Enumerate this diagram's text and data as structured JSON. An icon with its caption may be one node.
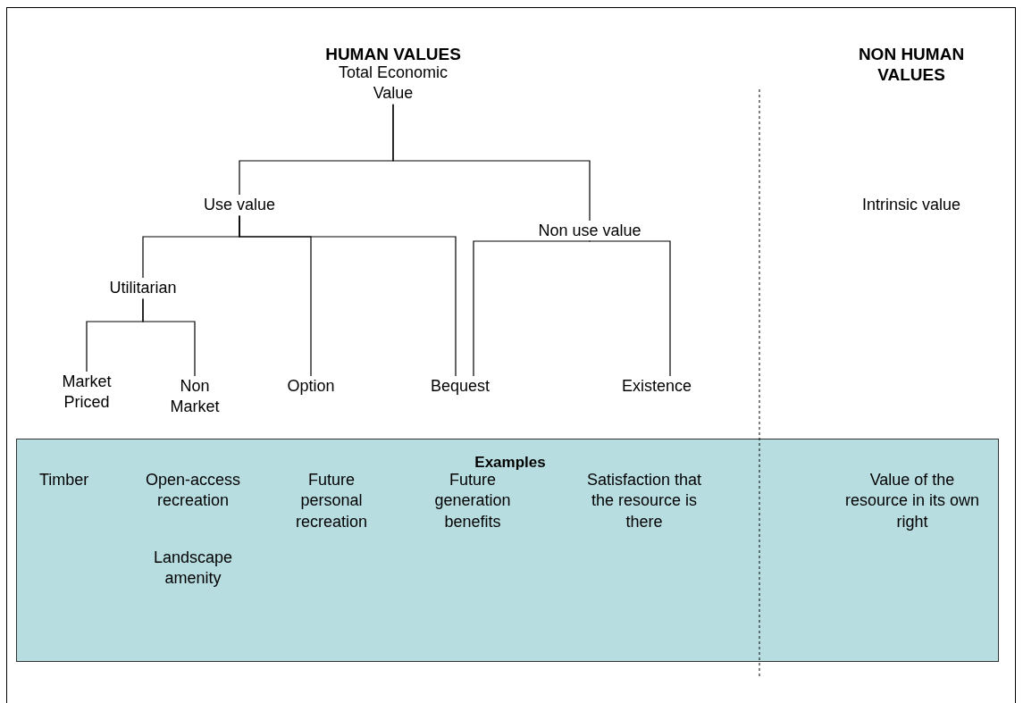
{
  "diagram": {
    "nodes": [
      {
        "text": [
          "Total Economic Value"
        ]
      },
      {
        "text": [
          "Use value"
        ]
      },
      {
        "text": [
          "Non use value"
        ]
      },
      {
        "text": [
          "Intrinsic value"
        ]
      },
      {
        "text": [
          "Utilitarian"
        ]
      },
      {
        "text": [
          "Market Priced"
        ]
      },
      {
        "text": [
          "Non Market"
        ]
      },
      {
        "text": [
          "Option"
        ]
      },
      {
        "text": [
          "Bequest"
        ]
      },
      {
        "text": [
          "Existence"
        ]
      },
      {
        "text": [
          "Examples"
        ]
      },
      {
        "text": [
          "Timber"
        ],
        "in": 10
      },
      {
        "text": [
          "Open-access recreation"
        ],
        "in": 10
      },
      {
        "text": [
          "Landscape amenity"
        ],
        "in": 10
      },
      {
        "text": [
          "Future personal recreation"
        ],
        "in": 10
      },
      {
        "text": [
          "Future generation benefits"
        ],
        "in": 10
      },
      {
        "text": [
          "Satisfaction that the resource is there"
        ],
        "in": 10
      },
      {
        "text": [
          "Value of the resource in its own right"
        ],
        "in": 10
      }
    ],
    "edges": [
      {
        "from": 0,
        "to": 1,
        "arrow": "none"
      },
      {
        "from": 0,
        "to": 2,
        "arrow": "none"
      },
      {
        "from": 1,
        "to": 4,
        "arrow": "none"
      },
      {
        "from": 1,
        "to": 7,
        "arrow": "none"
      },
      {
        "from": 1,
        "to": 8,
        "arrow": "none"
      },
      {
        "from": 2,
        "to": 8,
        "arrow": "none"
      },
      {
        "from": 2,
        "to": 9,
        "arrow": "none"
      },
      {
        "from": 4,
        "to": 5,
        "arrow": "none"
      },
      {
        "from": 4,
        "to": 6,
        "arrow": "none"
      }
    ],
    "labels": [
      "HUMAN VALUES",
      "NON HUMAN VALUES"
    ]
  }
}
